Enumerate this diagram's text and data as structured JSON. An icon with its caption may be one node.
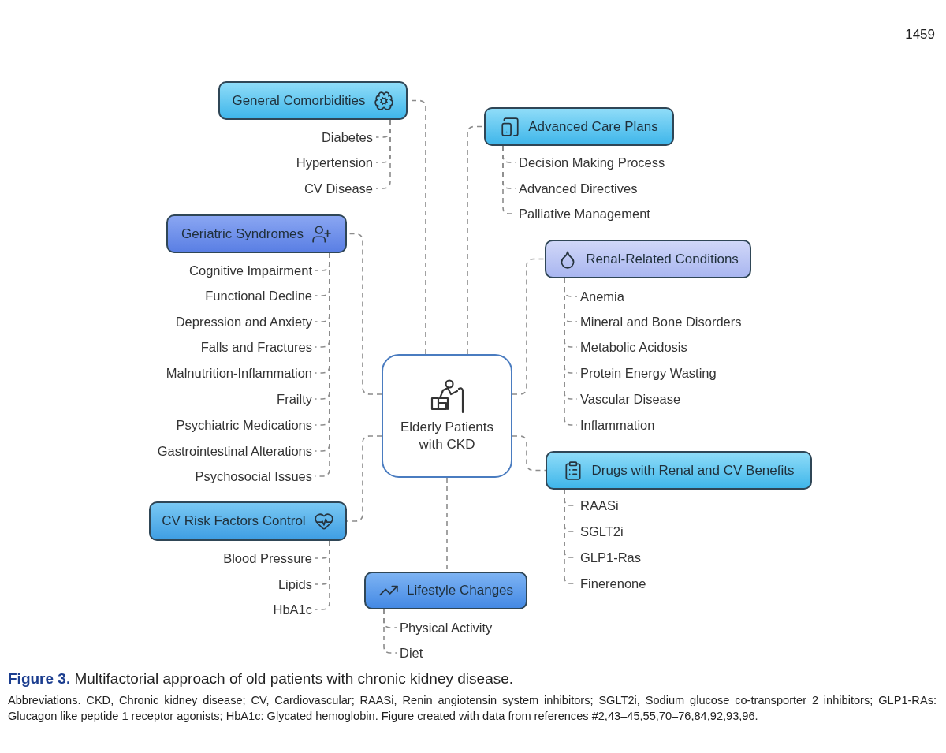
{
  "diagram": {
    "caption": "**Figure 3.** Multifactorial approach of old patients with chronic kidney disease.",
    "nodes": [
      {
        "text": [
          "General Comorbidities"
        ]
      },
      {
        "text": [
          "Diabetes"
        ]
      },
      {
        "text": [
          "Hypertension"
        ]
      },
      {
        "text": [
          "CV Disease"
        ]
      },
      {
        "text": [
          "Advanced Care Plans"
        ]
      },
      {
        "text": [
          "Decision Making Process"
        ]
      },
      {
        "text": [
          "Advanced Directives"
        ]
      },
      {
        "text": [
          "Palliative Management"
        ]
      },
      {
        "text": [
          "Geriatric Syndromes"
        ]
      },
      {
        "text": [
          "Cognitive Impairment"
        ]
      },
      {
        "text": [
          "Functional Decline"
        ]
      },
      {
        "text": [
          "Depression and Anxiety"
        ]
      },
      {
        "text": [
          "Falls and Fractures"
        ]
      },
      {
        "text": [
          "Malnutrition-Inflammation"
        ]
      },
      {
        "text": [
          "Frailty"
        ]
      },
      {
        "text": [
          "Psychiatric Medications"
        ]
      },
      {
        "text": [
          "Gastrointestinal Alterations"
        ]
      },
      {
        "text": [
          "Psychosocial Issues"
        ]
      },
      {
        "text": [
          "Renal-Related Conditions"
        ]
      },
      {
        "text": [
          "Anemia"
        ]
      },
      {
        "text": [
          "Mineral and Bone Disorders"
        ]
      },
      {
        "text": [
          "Metabolic Acidosis"
        ]
      },
      {
        "text": [
          "Protein Energy Wasting"
        ]
      },
      {
        "text": [
          "Vascular Disease"
        ]
      },
      {
        "text": [
          "Inflammation"
        ]
      },
      {
        "text": [
          "Elderly Patients with CKD"
        ]
      },
      {
        "text": [
          "CV Risk Factors Control"
        ]
      },
      {
        "text": [
          "Blood Pressure"
        ]
      },
      {
        "text": [
          "Lipids"
        ]
      },
      {
        "text": [
          "HbA1c"
        ]
      },
      {
        "text": [
          "Drugs with Renal and CV Benefits"
        ]
      },
      {
        "text": [
          "RAASi"
        ]
      },
      {
        "text": [
          "SGLT2i"
        ]
      },
      {
        "text": [
          "GLP1-Ras"
        ]
      },
      {
        "text": [
          "Finerenone"
        ]
      },
      {
        "text": [
          "Lifestyle Changes"
        ]
      },
      {
        "text": [
          "Physical Activity"
        ]
      },
      {
        "text": [
          "Diet"
        ]
      }
    ],
    "edges": [
      {
        "from": 25,
        "to": 0,
        "arrow": "none",
        "style": "dashed"
      },
      {
        "from": 25,
        "to": 4,
        "arrow": "none",
        "style": "dashed"
      },
      {
        "from": 25,
        "to": 8,
        "arrow": "none",
        "style": "dashed"
      },
      {
        "from": 25,
        "to": 18,
        "arrow": "none",
        "style": "dashed"
      },
      {
        "from": 25,
        "to": 26,
        "arrow": "none",
        "style": "dashed"
      },
      {
        "from": 25,
        "to": 30,
        "arrow": "none",
        "style": "dashed"
      },
      {
        "from": 25,
        "to": 35,
        "arrow": "none",
        "style": "dashed"
      },
      {
        "from": 0,
        "to": 1,
        "arrow": "none",
        "style": "dashed"
      },
      {
        "from": 0,
        "to": 2,
        "arrow": "none",
        "style": "dashed"
      },
      {
        "from": 0,
        "to": 3,
        "arrow": "none",
        "style": "dashed"
      },
      {
        "from": 4,
        "to": 5,
        "arrow": "none",
        "style": "dashed"
      },
      {
        "from": 4,
        "to": 6,
        "arrow": "none",
        "style": "dashed"
      },
      {
        "from": 4,
        "to": 7,
        "arrow": "none",
        "style": "dashed"
      },
      {
        "from": 8,
        "to": 9,
        "arrow": "none",
        "style": "dashed"
      },
      {
        "from": 8,
        "to": 10,
        "arrow": "none",
        "style": "dashed"
      },
      {
        "from": 8,
        "to": 11,
        "arrow": "none",
        "style": "dashed"
      },
      {
        "from": 8,
        "to": 12,
        "arrow": "none",
        "style": "dashed"
      },
      {
        "from": 8,
        "to": 13,
        "arrow": "none",
        "style": "dashed"
      },
      {
        "from": 8,
        "to": 14,
        "arrow": "none",
        "style": "dashed"
      },
      {
        "from": 8,
        "to": 15,
        "arrow": "none",
        "style": "dashed"
      },
      {
        "from": 8,
        "to": 16,
        "arrow": "none",
        "style": "dashed"
      },
      {
        "from": 8,
        "to": 17,
        "arrow": "none",
        "style": "dashed"
      },
      {
        "from": 18,
        "to": 19,
        "arrow": "none",
        "style": "dashed"
      },
      {
        "from": 18,
        "to": 20,
        "arrow": "none",
        "style": "dashed"
      },
      {
        "from": 18,
        "to": 21,
        "arrow": "none",
        "style": "dashed"
      },
      {
        "from": 18,
        "to": 22,
        "arrow": "none",
        "style": "dashed"
      },
      {
        "from": 18,
        "to": 23,
        "arrow": "none",
        "style": "dashed"
      },
      {
        "from": 18,
        "to": 24,
        "arrow": "none",
        "style": "dashed"
      },
      {
        "from": 26,
        "to": 27,
        "arrow": "none",
        "style": "dashed"
      },
      {
        "from": 26,
        "to": 28,
        "arrow": "none",
        "style": "dashed"
      },
      {
        "from": 26,
        "to": 29,
        "arrow": "none",
        "style": "dashed"
      },
      {
        "from": 30,
        "to": 31,
        "arrow": "none",
        "style": "dashed"
      },
      {
        "from": 30,
        "to": 32,
        "arrow": "none",
        "style": "dashed"
      },
      {
        "from": 30,
        "to": 33,
        "arrow": "none",
        "style": "dashed"
      },
      {
        "from": 30,
        "to": 34,
        "arrow": "none",
        "style": "dashed"
      },
      {
        "from": 35,
        "to": 36,
        "arrow": "none",
        "style": "dashed"
      },
      {
        "from": 35,
        "to": 37,
        "arrow": "none",
        "style": "dashed"
      }
    ],
    "labels": [
      "1459",
      "Abbreviations. CKD, Chronic kidney disease; CV, Cardiovascular; RAASi, Renin angiotensin system inhibitors; SGLT2i, Sodium glucose co-transporter 2 inhibitors; GLP1-RAs: Glucagon like peptide 1 receptor agonists; HbA1c: Glycated hemoglobin. Figure created with data from references #2,43–45,55,70–76,84,92,93,96."
    ]
  }
}
